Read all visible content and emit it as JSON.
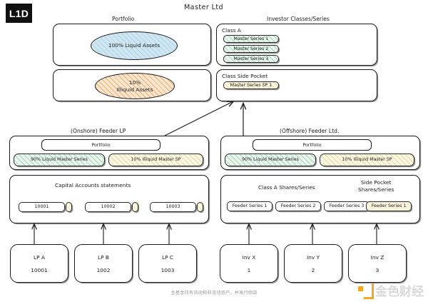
{
  "logo": {
    "text": "L1D"
  },
  "title": "Master Ltd",
  "master": {
    "portfolio_label": "Portfolio",
    "investor_label": "Investor Classes/Series",
    "liquid_ellipse": "100% Liquid Assets",
    "illiquid_ellipse": "10%\nIlliquid Assets",
    "illiquid_line1": "10%",
    "illiquid_line2": "Illiquid Assets",
    "class_a_label": "Class A",
    "class_a_series": [
      "Master Series 1",
      "Master Series 2",
      "Master Series 3"
    ],
    "side_pocket_label": "Class Side Pocket",
    "side_pocket_series": [
      "Master Series SP 1"
    ]
  },
  "onshore": {
    "title": "(Onshore) Feeder LP",
    "portfolio_label": "Portfolio",
    "liquid_bar": "90% Liquid Master Series",
    "illiquid_bar": "10% Illiquid Master SP",
    "accounts_label": "Capital Accounts statements",
    "accounts": [
      "10001",
      "10002",
      "10003"
    ]
  },
  "offshore": {
    "title": "(Offshore) Feeder Ltd.",
    "portfolio_label": "Portfolio",
    "liquid_bar": "90% Liquid Master Series",
    "illiquid_bar": "10% Illiquid Master SP",
    "class_a_label": "Class A Shares/Series",
    "side_pocket_label_line1": "Side Pocket",
    "side_pocket_label_line2": "Shares/Series",
    "class_a_shares": [
      "Feeder Series 1",
      "Feeder Series 2",
      "Feeder Series 3"
    ],
    "side_pocket_shares": [
      "Feeder Series 1"
    ]
  },
  "investors": {
    "lps": [
      {
        "name": "LP A",
        "id": "10001"
      },
      {
        "name": "LP B",
        "id": "1002"
      },
      {
        "name": "LP C",
        "id": "1003"
      }
    ],
    "offshore_investors": [
      {
        "name": "Inv X",
        "id": "1"
      },
      {
        "name": "Inv Y",
        "id": "2"
      },
      {
        "name": "Inv Z",
        "id": "3"
      }
    ]
  },
  "caption": "主基金持有流动和非流动资产，并发行侧袋",
  "watermark": {
    "text": "金色财经",
    "color": "#F5A623"
  },
  "colors": {
    "green_fill": "#e8f5ec",
    "yellow_fill": "#fdf8e3",
    "blue_fill": "#cfe7f2",
    "orange_fill": "#fbe6cd",
    "stroke": "#1a1a1a",
    "accent": "#F5A623"
  }
}
